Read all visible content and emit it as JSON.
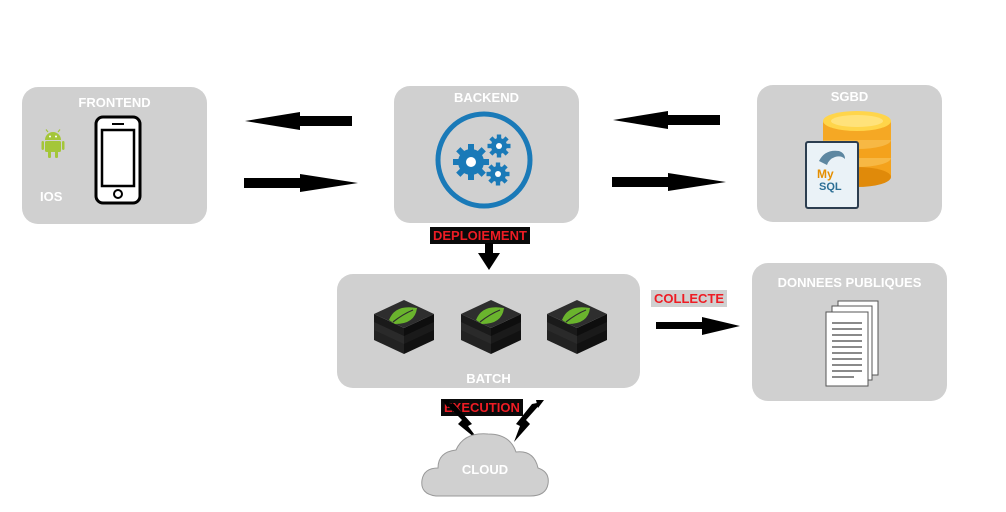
{
  "nodes": {
    "frontend": {
      "title": "FRONTEND",
      "ios_label": "IOS"
    },
    "backend": {
      "title": "BACKEND"
    },
    "sgbd": {
      "title": "SGBD",
      "logo_text_top": "My",
      "logo_text_bottom": "SQL"
    },
    "batch": {
      "title": "BATCH"
    },
    "donnees": {
      "title": "DONNEES PUBLIQUES"
    },
    "cloud": {
      "title": "CLOUD"
    }
  },
  "edges": {
    "deploiement": "DEPLOIEMENT",
    "collecte": "COLLECTE",
    "execution": "EXECUTION"
  },
  "colors": {
    "box": "#d0d0d0",
    "arrow": "#000000",
    "tag_text": "#ee1c24",
    "tag_bg": "#0a0a0a",
    "gear_blue": "#1a7ab8",
    "spring_green": "#6ab42d",
    "android_green": "#a4c639",
    "db_orange": "#f4a21c"
  }
}
